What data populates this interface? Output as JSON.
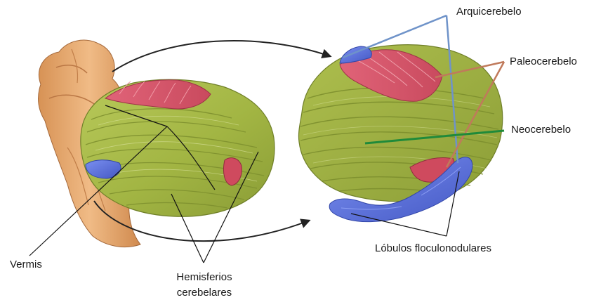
{
  "labels": {
    "arquicerebelo": "Arquicerebelo",
    "paleocerebelo": "Paleocerebelo",
    "neocerebelo": "Neocerebelo",
    "vermis": "Vermis",
    "hemisferios_line1": "Hemisferios",
    "hemisferios_line2": "cerebelares",
    "lobulos": "Lóbulos floculonodulares"
  },
  "colors": {
    "arquicerebelo": "#6f93c9",
    "paleocerebelo": "#c07a5b",
    "neocerebelo": "#1f8a3a",
    "vermis_red": "#d9556a",
    "hemisphere_green": "#a3b845",
    "flocculus_blue": "#5b73d6",
    "brainstem": "#e3a36a"
  }
}
